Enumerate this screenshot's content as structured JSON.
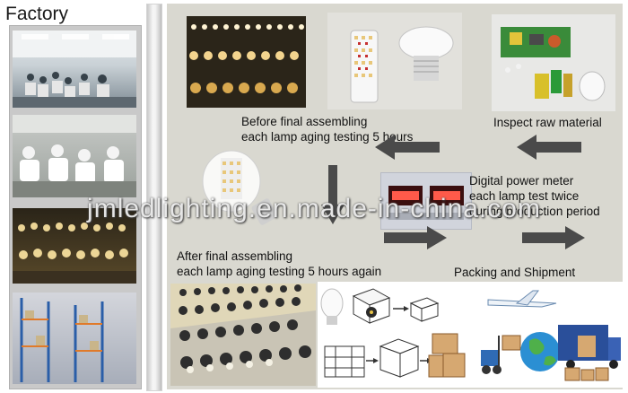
{
  "header": {
    "title": "Factory"
  },
  "captions": {
    "before_line1": "Before final assembling",
    "before_line2": "each lamp aging testing 5 hours",
    "inspect": "Inspect raw material",
    "meter_line1": "Digital power meter",
    "meter_line2": "each lamp test twice",
    "meter_line3": "during production period",
    "after_line1": "After final assembling",
    "after_line2": "each lamp aging testing 5 hours again",
    "packing": "Packing and Shipment"
  },
  "watermark": "jmledlighting.en.made-in-china.com",
  "colors": {
    "panel_bg": "#d9d8d0",
    "arrow": "#4a4a4a",
    "frame": "#c9c9c9"
  }
}
